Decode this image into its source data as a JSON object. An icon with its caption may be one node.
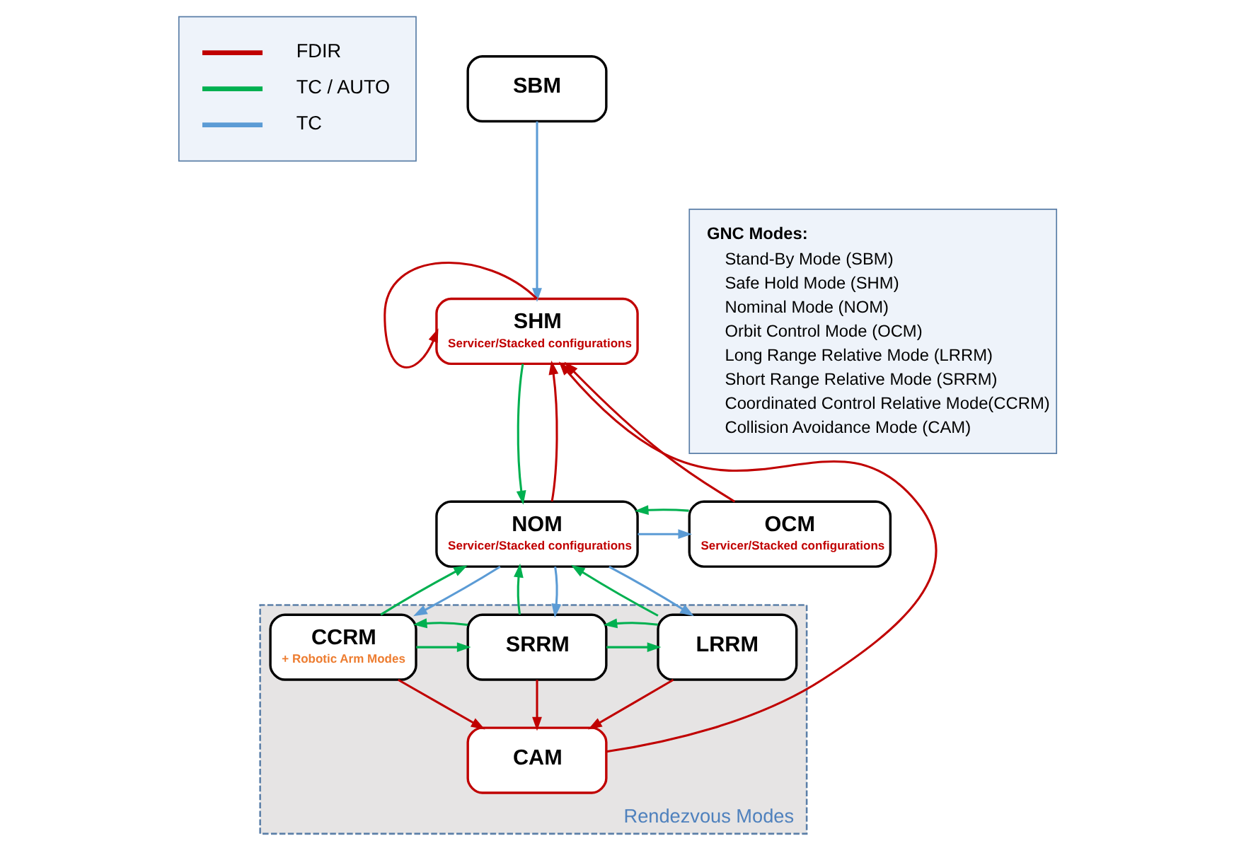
{
  "diagram": {
    "nodes": [
      {
        "text": [
          "SBM"
        ]
      },
      {
        "text": [
          "SHM",
          "Servicer/Stacked configurations"
        ]
      },
      {
        "text": [
          "OCM",
          "Servicer/Stacked configurations"
        ]
      },
      {
        "text": [
          "NOM",
          "Servicer/Stacked configurations"
        ]
      },
      {
        "text": [
          "Rendezvous Modes"
        ]
      },
      {
        "text": [
          "LRRM"
        ],
        "in": 4
      },
      {
        "text": [
          "SRRM"
        ],
        "in": 4
      },
      {
        "text": [
          "CCRM",
          "+ Robotic Arm Modes"
        ],
        "in": 4
      },
      {
        "text": [
          "CAM"
        ],
        "in": 4
      }
    ],
    "edges": [
      {
        "from": 0,
        "to": 1,
        "arrow": "to",
        "color": "#5b9bd5"
      },
      {
        "from": 1,
        "to": 1,
        "arrow": "to",
        "color": "#c00000"
      },
      {
        "from": 8,
        "to": 1,
        "arrow": "to",
        "color": "#c00000"
      },
      {
        "from": 2,
        "to": 1,
        "arrow": "to",
        "color": "#c00000"
      },
      {
        "from": 3,
        "to": 1,
        "arrow": "to",
        "color": "#c00000"
      },
      {
        "from": 1,
        "to": 3,
        "arrow": "to",
        "color": "#00b050"
      },
      {
        "from": 3,
        "to": 2,
        "arrow": "to",
        "color": "#5b9bd5"
      },
      {
        "from": 2,
        "to": 3,
        "arrow": "to",
        "color": "#00b050"
      },
      {
        "from": 3,
        "to": 5,
        "arrow": "to",
        "color": "#5b9bd5"
      },
      {
        "from": 5,
        "to": 3,
        "arrow": "to",
        "color": "#00b050"
      },
      {
        "from": 3,
        "to": 6,
        "arrow": "to",
        "color": "#5b9bd5"
      },
      {
        "from": 6,
        "to": 3,
        "arrow": "to",
        "color": "#00b050"
      },
      {
        "from": 3,
        "to": 7,
        "arrow": "to",
        "color": "#5b9bd5"
      },
      {
        "from": 7,
        "to": 3,
        "arrow": "to",
        "color": "#00b050"
      },
      {
        "from": 6,
        "to": 5,
        "arrow": "to",
        "color": "#00b050"
      },
      {
        "from": 5,
        "to": 6,
        "arrow": "to",
        "color": "#00b050"
      },
      {
        "from": 7,
        "to": 6,
        "arrow": "to",
        "color": "#00b050"
      },
      {
        "from": 6,
        "to": 7,
        "arrow": "to",
        "color": "#00b050"
      },
      {
        "from": 5,
        "to": 8,
        "arrow": "to",
        "color": "#c00000"
      },
      {
        "from": 6,
        "to": 8,
        "arrow": "to",
        "color": "#c00000"
      },
      {
        "from": 7,
        "to": 8,
        "arrow": "to",
        "color": "#c00000"
      }
    ],
    "labels": [
      "GNC Modes:",
      "Stand-By Mode (SBM)",
      "Safe Hold Mode (SHM)",
      "Nominal Mode (NOM)",
      "Orbit Control Mode (OCM)",
      "Long Range Relative Mode (LRRM)",
      "Short Range Relative Mode (SRRM)",
      "Coordinated Control Relative Mode(CCRM)",
      "Collision Avoidance Mode (CAM)"
    ],
    "legend": [
      {
        "text": "FDIR",
        "color": "#c00000"
      },
      {
        "text": "TC / AUTO",
        "color": "#00b050"
      },
      {
        "text": "TC",
        "color": "#5b9bd5"
      }
    ]
  }
}
